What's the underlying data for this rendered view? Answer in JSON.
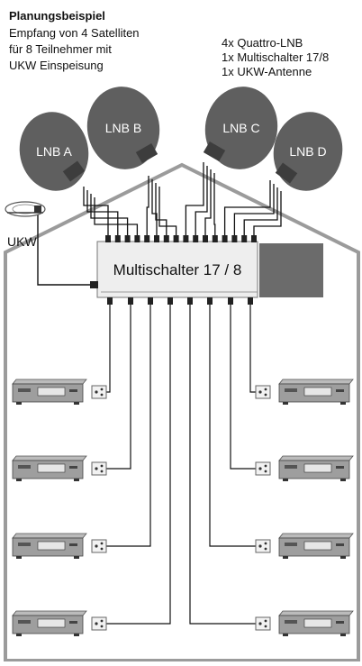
{
  "header": {
    "title": "Planungsbeispiel",
    "lines": [
      "Empfang von 4 Satelliten",
      "für   8 Teilnehmer mit",
      "UKW Einspeisung"
    ]
  },
  "components": {
    "lines": [
      "4x Quattro-LNB",
      "1x Multischalter 17/8",
      "1x UKW-Antenne"
    ]
  },
  "lnbs": [
    "LNB A",
    "LNB B",
    "LNB C",
    "LNB D"
  ],
  "ukw_label": "UKW",
  "multiswitch_label": "Multischalter 17 / 8",
  "colors": {
    "dish": "#5f5f5f",
    "house": "#9b9b9b",
    "switch_dark": "#6b6b6b",
    "switch_body": "#eeeeee",
    "wire": "#111111"
  }
}
